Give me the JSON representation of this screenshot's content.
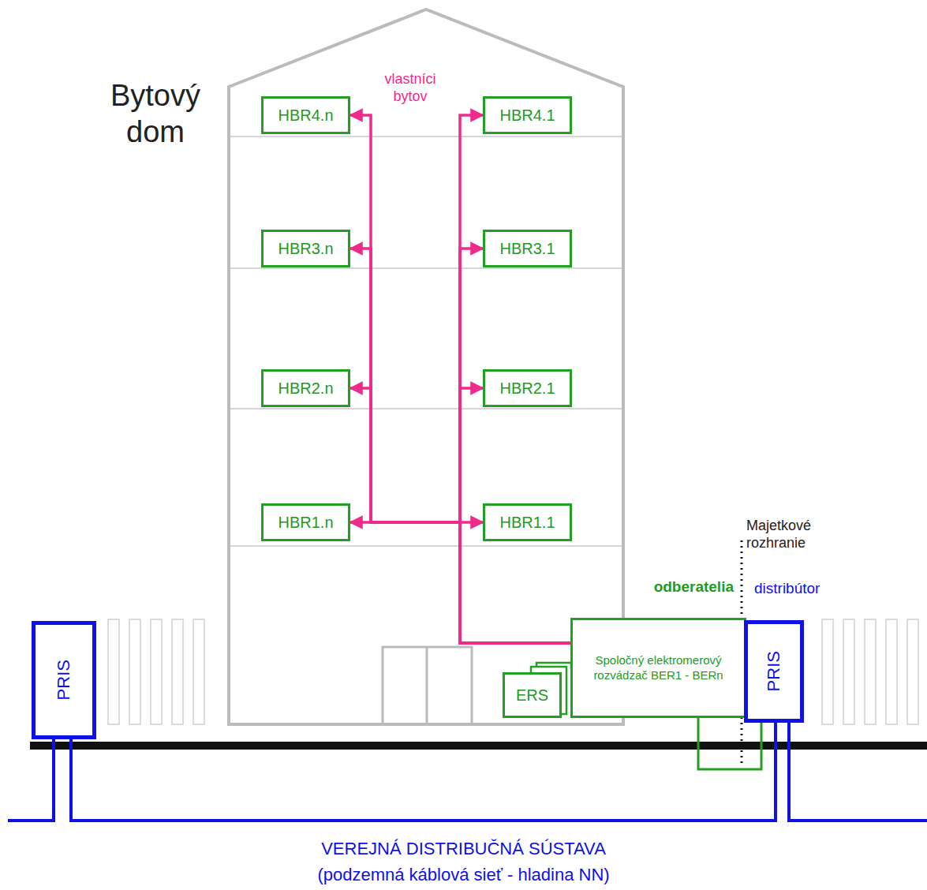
{
  "diagram": {
    "nodes": [
      {
        "text": [
          "Bytový dom"
        ]
      },
      {
        "text": [
          "HBR4.n"
        ],
        "in": 0
      },
      {
        "text": [
          "HBR4.1"
        ],
        "in": 0
      },
      {
        "text": [
          "HBR3.n"
        ],
        "in": 0
      },
      {
        "text": [
          "HBR3.1"
        ],
        "in": 0
      },
      {
        "text": [
          "HBR2.n"
        ],
        "in": 0
      },
      {
        "text": [
          "HBR2.1"
        ],
        "in": 0
      },
      {
        "text": [
          "HBR1.n"
        ],
        "in": 0
      },
      {
        "text": [
          "HBR1.1"
        ],
        "in": 0
      },
      {
        "text": [
          "PRIS"
        ]
      },
      {
        "text": [
          "ERS"
        ]
      },
      {
        "text": [
          "Spoločný elektromerový rozvádzač BER1 - BERn"
        ]
      },
      {
        "text": [
          "PRIS"
        ]
      }
    ],
    "edges": [
      {
        "from": 11,
        "to": 1,
        "arrow": "to"
      },
      {
        "from": 11,
        "to": 2,
        "arrow": "to"
      },
      {
        "from": 11,
        "to": 3,
        "arrow": "to"
      },
      {
        "from": 11,
        "to": 4,
        "arrow": "to"
      },
      {
        "from": 11,
        "to": 5,
        "arrow": "to"
      },
      {
        "from": 11,
        "to": 6,
        "arrow": "to"
      },
      {
        "from": 11,
        "to": 7,
        "arrow": "to"
      },
      {
        "from": 11,
        "to": 8,
        "arrow": "to"
      },
      {
        "from": 11,
        "to": 12,
        "arrow": "none"
      },
      {
        "from": 9,
        "to": 12,
        "arrow": "none"
      }
    ],
    "labels": [
      "vlastníci bytov",
      "Majetkové rozhranie",
      "odberatelia",
      "distribútor",
      "VEREJNÁ DISTRIBUČNÁ SÚSTAVA",
      "(podzemná káblová sieť - hladina NN)"
    ]
  }
}
